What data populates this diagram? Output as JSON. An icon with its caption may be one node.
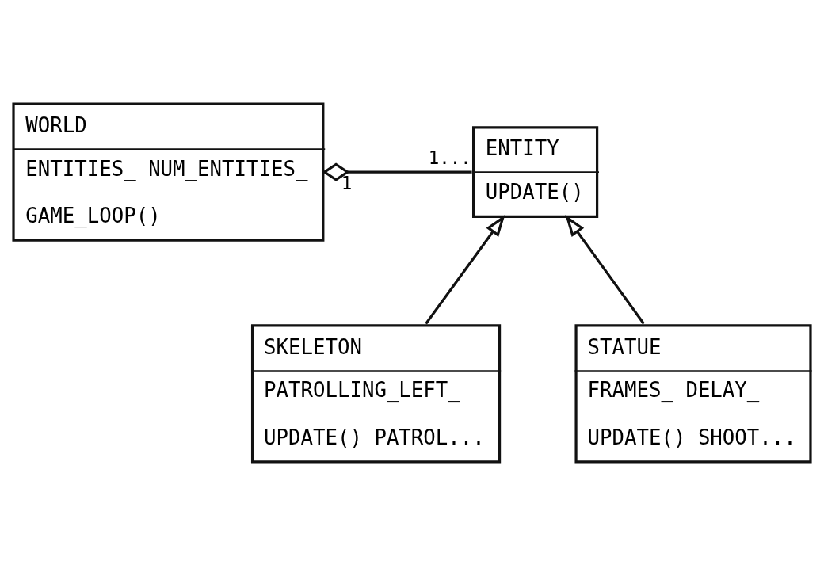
{
  "diagram": {
    "nodes": [
      {
        "text": [
          "WORLD",
          "ENTITIES_ NUM_ENTITIES_",
          "GAME_LOOP()"
        ]
      },
      {
        "text": [
          "ENTITY",
          "UPDATE()"
        ]
      },
      {
        "text": [
          "SKELETON",
          "PATROLLING_LEFT_",
          "UPDATE() PATROL..."
        ]
      },
      {
        "text": [
          "STATUE",
          "FRAMES_ DELAY_",
          "UPDATE() SHOOT..."
        ]
      }
    ],
    "edges": [
      {
        "from": 0,
        "to": 1,
        "arrow": "other"
      },
      {
        "from": 2,
        "to": 1,
        "arrow": "to"
      },
      {
        "from": 3,
        "to": 1,
        "arrow": "to"
      }
    ],
    "labels": [
      "1",
      "1..."
    ]
  }
}
